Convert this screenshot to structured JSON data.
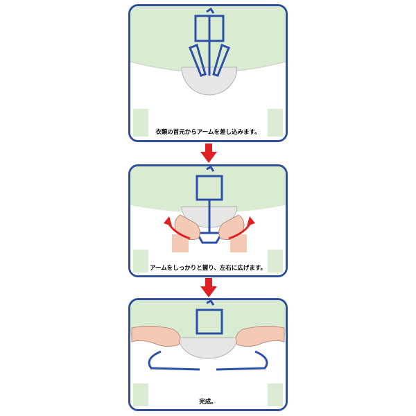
{
  "steps": [
    {
      "caption": "衣類の首元からアームを差し込みます。"
    },
    {
      "caption": "アームをしっかりと握り、左右に広げます。"
    },
    {
      "caption": "完成。"
    }
  ],
  "colors": {
    "frame": "#2f4f96",
    "background_green": "#d9ecd2",
    "arrow_red": "#e02020",
    "hand": "#f4c9b5",
    "hanger_blue": "#2c4fa8"
  }
}
